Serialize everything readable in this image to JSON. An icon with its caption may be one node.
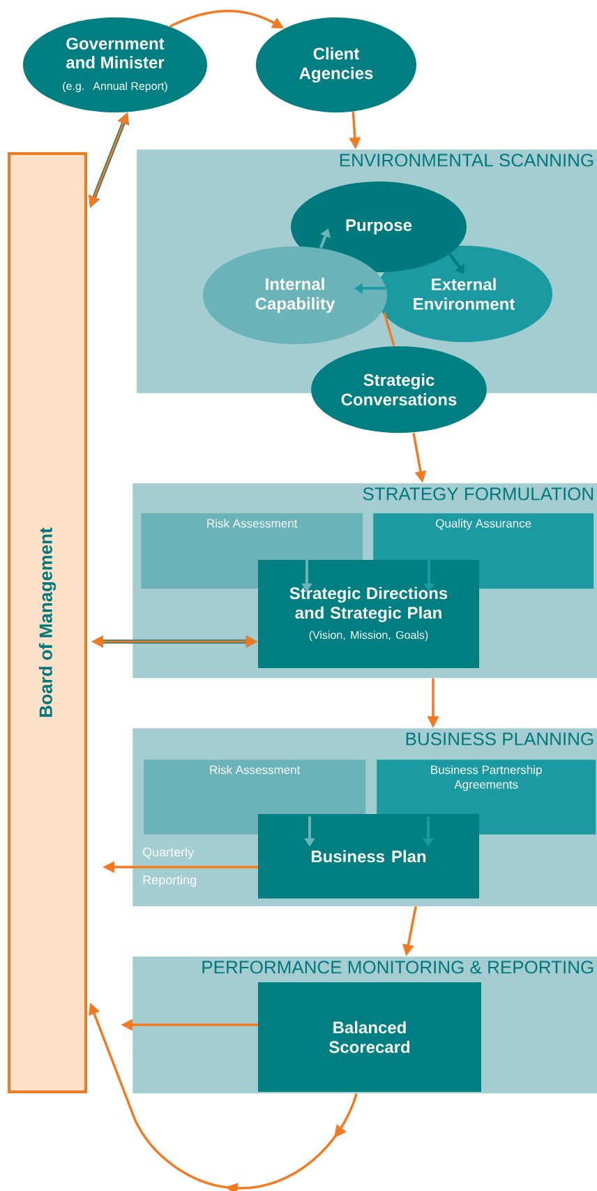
{
  "diagram": {
    "nodes": [
      {
        "text": [
          "Government and Minister",
          "(e.g. Annual Report)"
        ]
      },
      {
        "text": [
          "Client Agencies"
        ]
      },
      {
        "text": [
          "Board of Management"
        ]
      },
      {
        "text": [
          "ENVIRONMENTAL SCANNING"
        ]
      },
      {
        "text": [
          "Purpose"
        ],
        "in": 3
      },
      {
        "text": [
          "Internal Capability"
        ],
        "in": 3
      },
      {
        "text": [
          "External Environment"
        ],
        "in": 3
      },
      {
        "text": [
          "Strategic Conversations"
        ]
      },
      {
        "text": [
          "STRATEGY FORMULATION"
        ]
      },
      {
        "text": [
          "Risk Assessment"
        ],
        "in": 8
      },
      {
        "text": [
          "Quality Assurance"
        ],
        "in": 8
      },
      {
        "text": [
          "Strategic Directions and Strategic Plan",
          "(Vision, Mission, Goals)"
        ],
        "in": 8
      },
      {
        "text": [
          "BUSINESS PLANNING"
        ]
      },
      {
        "text": [
          "Risk Assessment"
        ],
        "in": 12
      },
      {
        "text": [
          "Business Partnership Agreements"
        ],
        "in": 12
      },
      {
        "text": [
          "Business Plan"
        ],
        "in": 12
      },
      {
        "text": [
          "PERFORMANCE MONITORING & REPORTING"
        ]
      },
      {
        "text": [
          "Balanced Scorecard"
        ],
        "in": 16
      }
    ],
    "edges": [
      {
        "from": 0,
        "to": 1,
        "arrow": "to"
      },
      {
        "from": 1,
        "to": 3,
        "arrow": "to"
      },
      {
        "from": 0,
        "to": 2,
        "arrow": "both",
        "color": "#00787c"
      },
      {
        "from": 5,
        "to": 4,
        "arrow": "to",
        "color": "#6ab4b8"
      },
      {
        "from": 4,
        "to": 6,
        "arrow": "to",
        "color": "#007b7f"
      },
      {
        "from": 6,
        "to": 5,
        "arrow": "to",
        "color": "#1b9ba1"
      },
      {
        "from": 5,
        "to": 7,
        "arrow": "none"
      },
      {
        "from": 7,
        "to": 8,
        "arrow": "to"
      },
      {
        "from": 9,
        "to": 11,
        "arrow": "to",
        "color": "#6ab4b8"
      },
      {
        "from": 10,
        "to": 11,
        "arrow": "to",
        "color": "#1b9ba1"
      },
      {
        "from": 2,
        "to": 11,
        "arrow": "both",
        "color": "#00787c"
      },
      {
        "from": 8,
        "to": 12,
        "arrow": "to"
      },
      {
        "from": 13,
        "to": 15,
        "arrow": "to",
        "color": "#6ab4b8"
      },
      {
        "from": 14,
        "to": 15,
        "arrow": "to",
        "color": "#1b9ba1"
      },
      {
        "from": 15,
        "to": 2,
        "arrow": "to",
        "label": "Quarterly Reporting"
      },
      {
        "from": 12,
        "to": 16,
        "arrow": "to"
      },
      {
        "from": 17,
        "to": 2,
        "arrow": "to"
      },
      {
        "from": 16,
        "to": 2,
        "arrow": "to"
      }
    ]
  }
}
